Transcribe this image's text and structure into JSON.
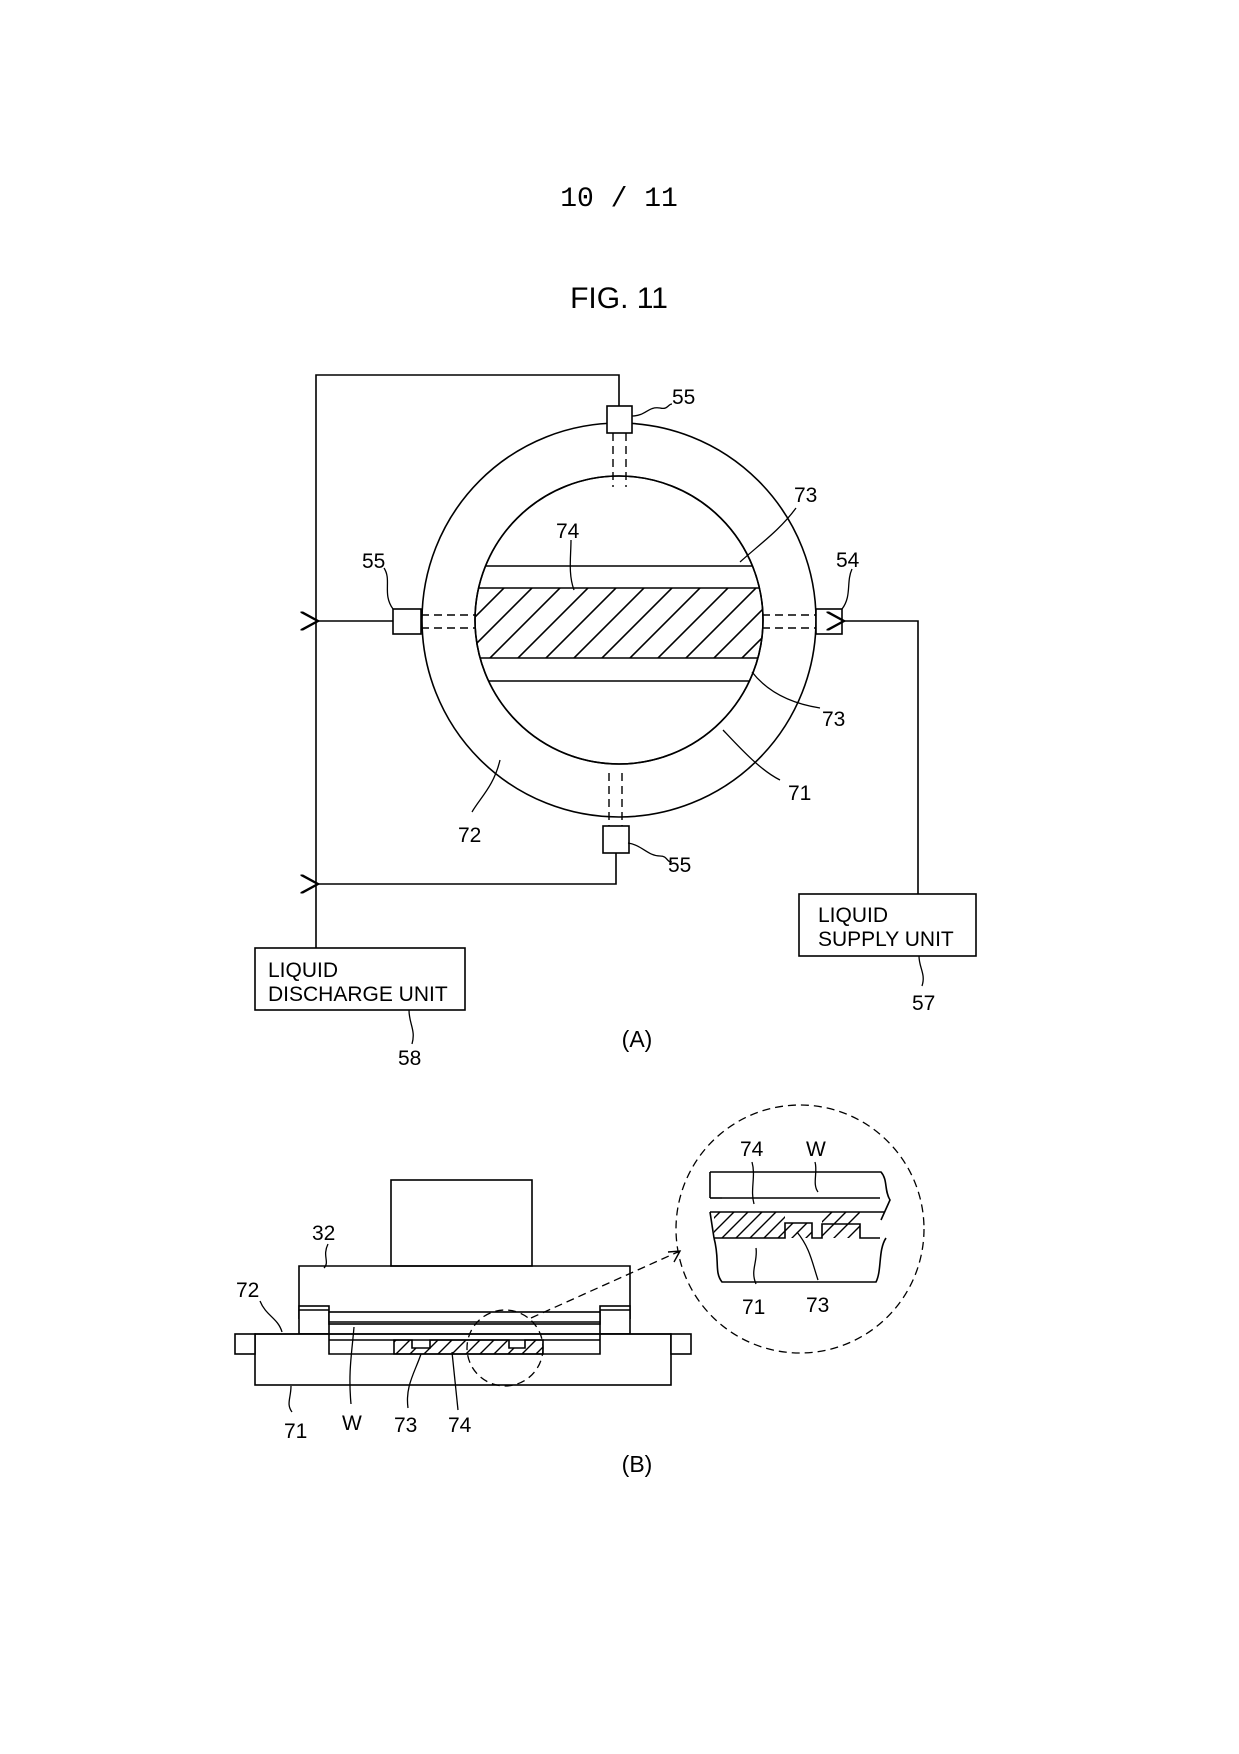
{
  "page": {
    "number": "10 / 11"
  },
  "figure": {
    "title": "FIG. 11"
  },
  "panel_a": {
    "caption": "(A)",
    "refs": {
      "r55_top": "55",
      "r55_left": "55",
      "r55_bottom": "55",
      "r54": "54",
      "r73_top": "73",
      "r73_bottom": "73",
      "r74": "74",
      "r71": "71",
      "r72": "72",
      "r57": "57",
      "r58": "58"
    },
    "supply_unit": {
      "line1": "LIQUID",
      "line2": "SUPPLY UNIT"
    },
    "discharge_unit": {
      "line1": "LIQUID",
      "line2": "DISCHARGE UNIT"
    }
  },
  "panel_b": {
    "caption": "(B)",
    "refs": {
      "r32": "32",
      "r72": "72",
      "r71": "71",
      "rW": "W",
      "r73": "73",
      "r74": "74"
    },
    "detail_refs": {
      "r74": "74",
      "rW": "W",
      "r71": "71",
      "r73": "73"
    }
  }
}
